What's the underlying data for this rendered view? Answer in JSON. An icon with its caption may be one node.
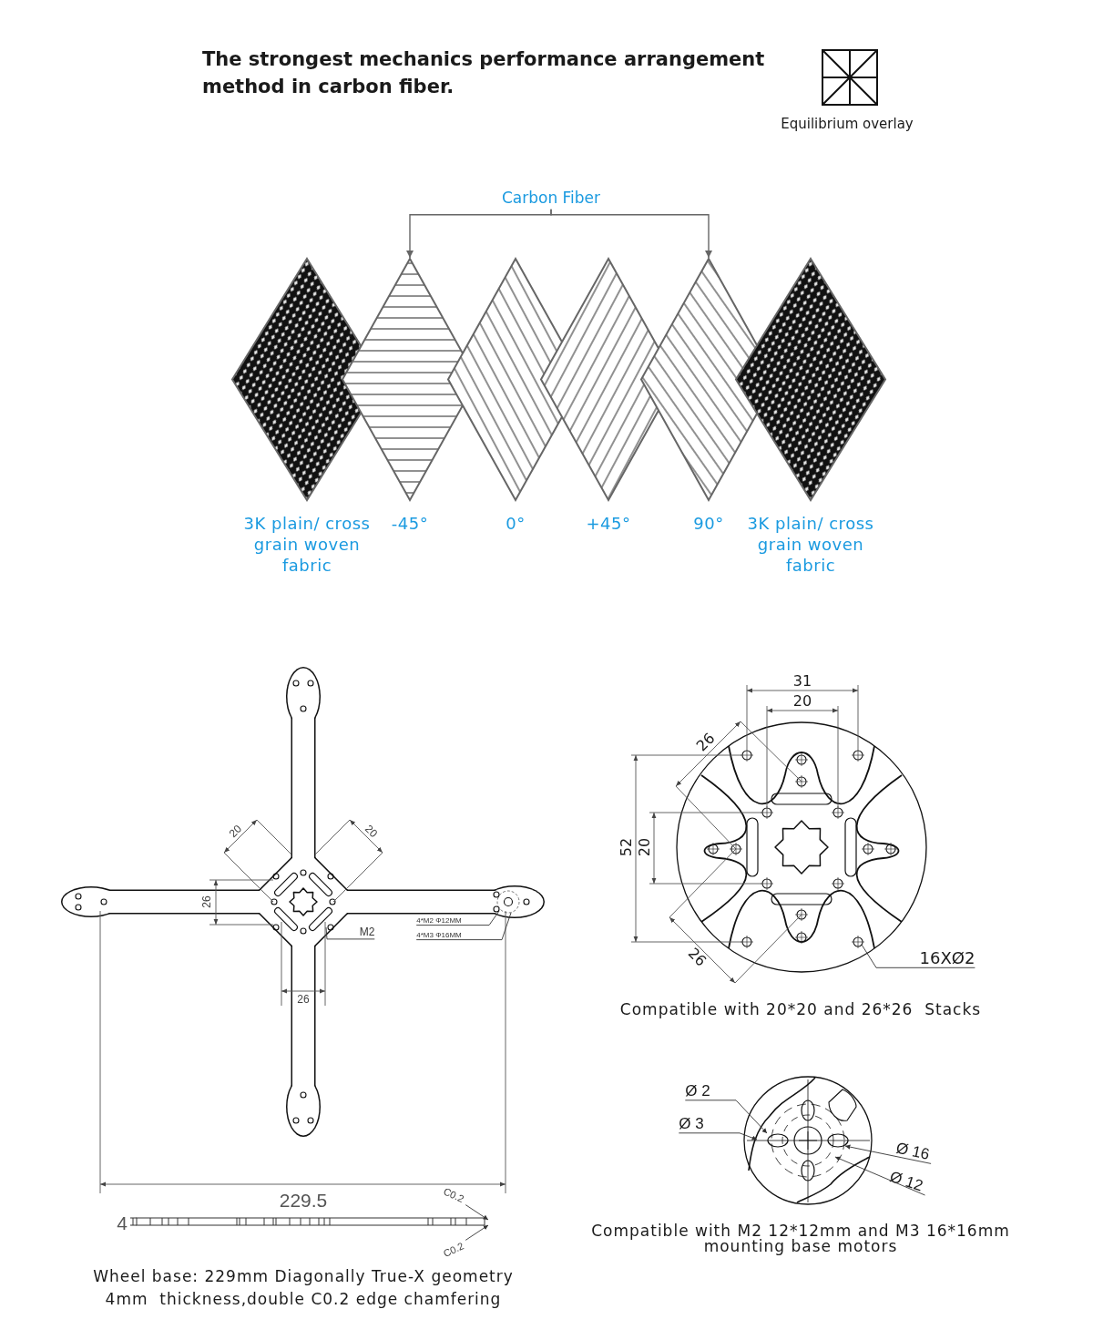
{
  "diagram": {
    "title": "The strongest mechanics performance arrangement method in carbon fiber.",
    "nodes": [
      {
        "text": [
          "Carbon Fiber"
        ]
      },
      {
        "text": [],
        "shape": "diamond",
        "beside": [
          "3K plain/ cross grain woven fabric"
        ]
      },
      {
        "text": [],
        "shape": "diamond",
        "beside": [
          "-45°"
        ]
      },
      {
        "text": [],
        "shape": "diamond",
        "beside": [
          "0°"
        ]
      },
      {
        "text": [],
        "shape": "diamond",
        "beside": [
          "+45°"
        ]
      },
      {
        "text": [],
        "shape": "diamond",
        "beside": [
          "90°"
        ]
      },
      {
        "text": [],
        "shape": "diamond",
        "beside": [
          "3K plain/ cross grain woven fabric"
        ]
      },
      {
        "text": [
          "4*M2 Φ12MM"
        ]
      },
      {
        "text": [
          "4*M3 Φ16MM"
        ]
      },
      {
        "text": [
          "M2"
        ]
      },
      {
        "text": [
          "16XØ2"
        ]
      },
      {
        "text": [
          "Ø 2"
        ]
      },
      {
        "text": [
          "Ø 3"
        ]
      },
      {
        "text": [
          "Ø 16"
        ]
      },
      {
        "text": [
          "Ø 12"
        ]
      },
      {
        "text": [
          "C0.2"
        ]
      },
      {
        "text": [
          "C0.2"
        ]
      }
    ],
    "edges": [
      {
        "from": 0,
        "to": 2,
        "arrow": "to"
      },
      {
        "from": 0,
        "to": 5,
        "arrow": "to"
      },
      {
        "from": 7,
        "to": null,
        "arrow": "none"
      },
      {
        "from": 8,
        "to": null,
        "arrow": "none"
      },
      {
        "from": 9,
        "to": null,
        "arrow": "none"
      },
      {
        "from": 10,
        "to": null,
        "arrow": "none"
      },
      {
        "from": 11,
        "to": null,
        "arrow": "to"
      },
      {
        "from": 12,
        "to": null,
        "arrow": "to"
      },
      {
        "from": 13,
        "to": null,
        "arrow": "to"
      },
      {
        "from": 14,
        "to": null,
        "arrow": "to"
      },
      {
        "from": 15,
        "to": null,
        "arrow": "to"
      },
      {
        "from": 16,
        "to": null,
        "arrow": "to"
      }
    ],
    "labels": [
      "Equilibrium overlay",
      "20",
      "20",
      "26",
      "26",
      "229.5",
      "4",
      "Wheel base: 229mm Diagonally True-X geometry",
      "4mm  thickness,double C0.2 edge chamfering",
      "31",
      "20",
      "26",
      "52",
      "20",
      "26",
      "Compatible with 20*20 and 26*26  Stacks",
      "Compatible with M2 12*12mm and M3 16*16mm mounting base motors"
    ]
  }
}
